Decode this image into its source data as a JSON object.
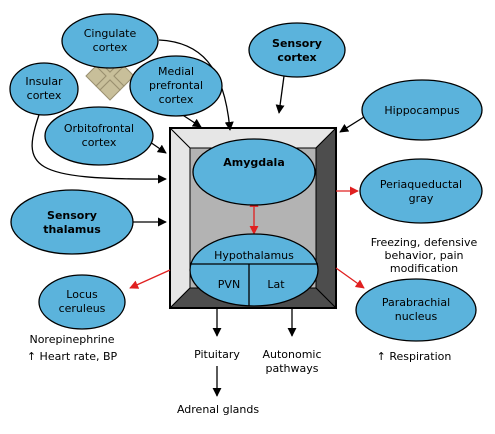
{
  "colors": {
    "node_fill": "#5bb3dc",
    "node_stroke": "#000000",
    "arrow_black": "#000000",
    "arrow_red": "#e02020",
    "box_face": "#b3b3b3",
    "box_bevel_light": "#e6e6e6",
    "box_bevel_dark": "#4d4d4d",
    "cross_fill": "#c8bf9a"
  },
  "nodes": {
    "cingulate": [
      "Cingulate",
      "cortex"
    ],
    "sensory_cortex": [
      "Sensory",
      "cortex"
    ],
    "insular": [
      "Insular",
      "cortex"
    ],
    "medial_prefrontal": [
      "Medial",
      "prefrontal",
      "cortex"
    ],
    "hippocampus": [
      "Hippocampus"
    ],
    "orbitofrontal": [
      "Orbitofrontal",
      "cortex"
    ],
    "amygdala": [
      "Amygdala"
    ],
    "periaqueductal": [
      "Periaqueductal",
      "gray"
    ],
    "sensory_thalamus": [
      "Sensory",
      "thalamus"
    ],
    "hypothalamus": [
      "Hypothalamus"
    ],
    "pvn": [
      "PVN"
    ],
    "lat": [
      "Lat"
    ],
    "locus": [
      "Locus",
      "ceruleus"
    ],
    "parabrachial": [
      "Parabrachial",
      "nucleus"
    ]
  },
  "labels": {
    "pag_effects": [
      "Freezing, defensive",
      "behavior, pain",
      "modification"
    ],
    "locus_effects": [
      "Norepinephrine",
      "↑ Heart rate, BP"
    ],
    "parabrachial_effects": [
      "↑ Respiration"
    ],
    "pituitary": [
      "Pituitary"
    ],
    "autonomic": [
      "Autonomic",
      "pathways"
    ],
    "adrenal": [
      "Adrenal glands"
    ]
  }
}
